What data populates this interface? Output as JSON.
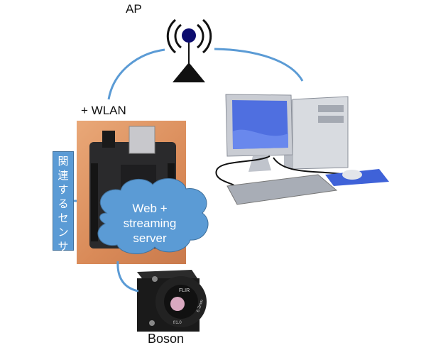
{
  "labels": {
    "ap": "AP",
    "wlan": "+ WLAN",
    "boson": "Boson",
    "cloud": [
      "Web +",
      "streaming",
      "server"
    ],
    "sensor_chars": [
      "関",
      "連",
      "す",
      "る",
      "セ",
      "ン",
      "サ"
    ]
  },
  "camera_markings": {
    "brand": "FLIR",
    "lens": "6.3mm",
    "aperture": "f/1.0"
  },
  "colors": {
    "link": "#5b9bd5",
    "cloud": "#5b9bd5",
    "antenna_dot": "#0c0c6e",
    "board_bg": "#d98a58",
    "screen": "#4f6fe0"
  }
}
